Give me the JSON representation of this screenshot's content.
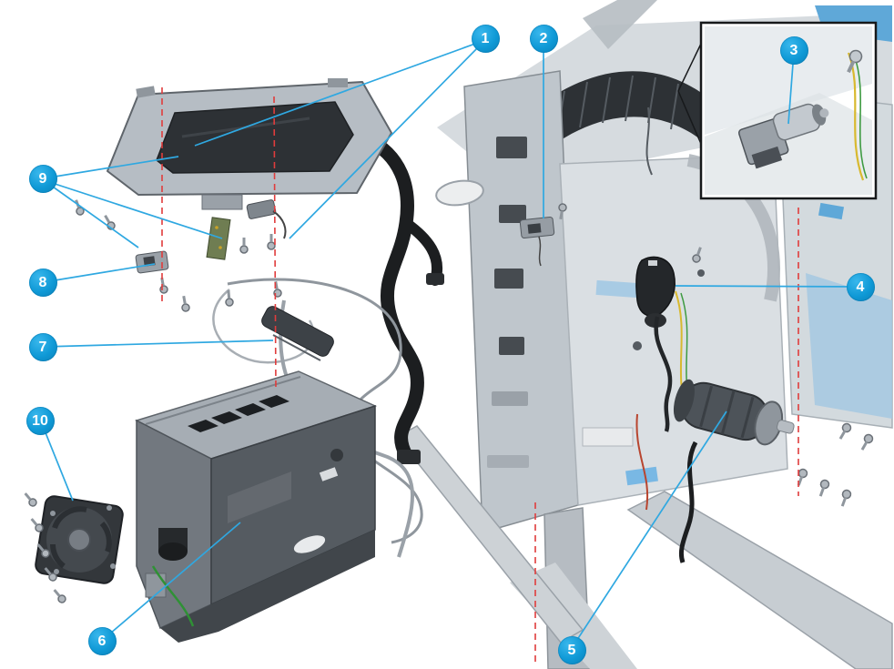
{
  "figure": {
    "colors": {
      "callout_fill": "#0f99d6",
      "leader_line": "#2fa8e1",
      "alignment_line": "#e03c3c",
      "canvas_background": "#ffffff",
      "inset_border": "#17191b"
    },
    "callouts": [
      {
        "label": "1"
      },
      {
        "label": "2"
      },
      {
        "label": "3"
      },
      {
        "label": "4"
      },
      {
        "label": "5"
      },
      {
        "label": "6"
      },
      {
        "label": "7"
      },
      {
        "label": "8"
      },
      {
        "label": "9"
      },
      {
        "label": "10"
      }
    ]
  }
}
